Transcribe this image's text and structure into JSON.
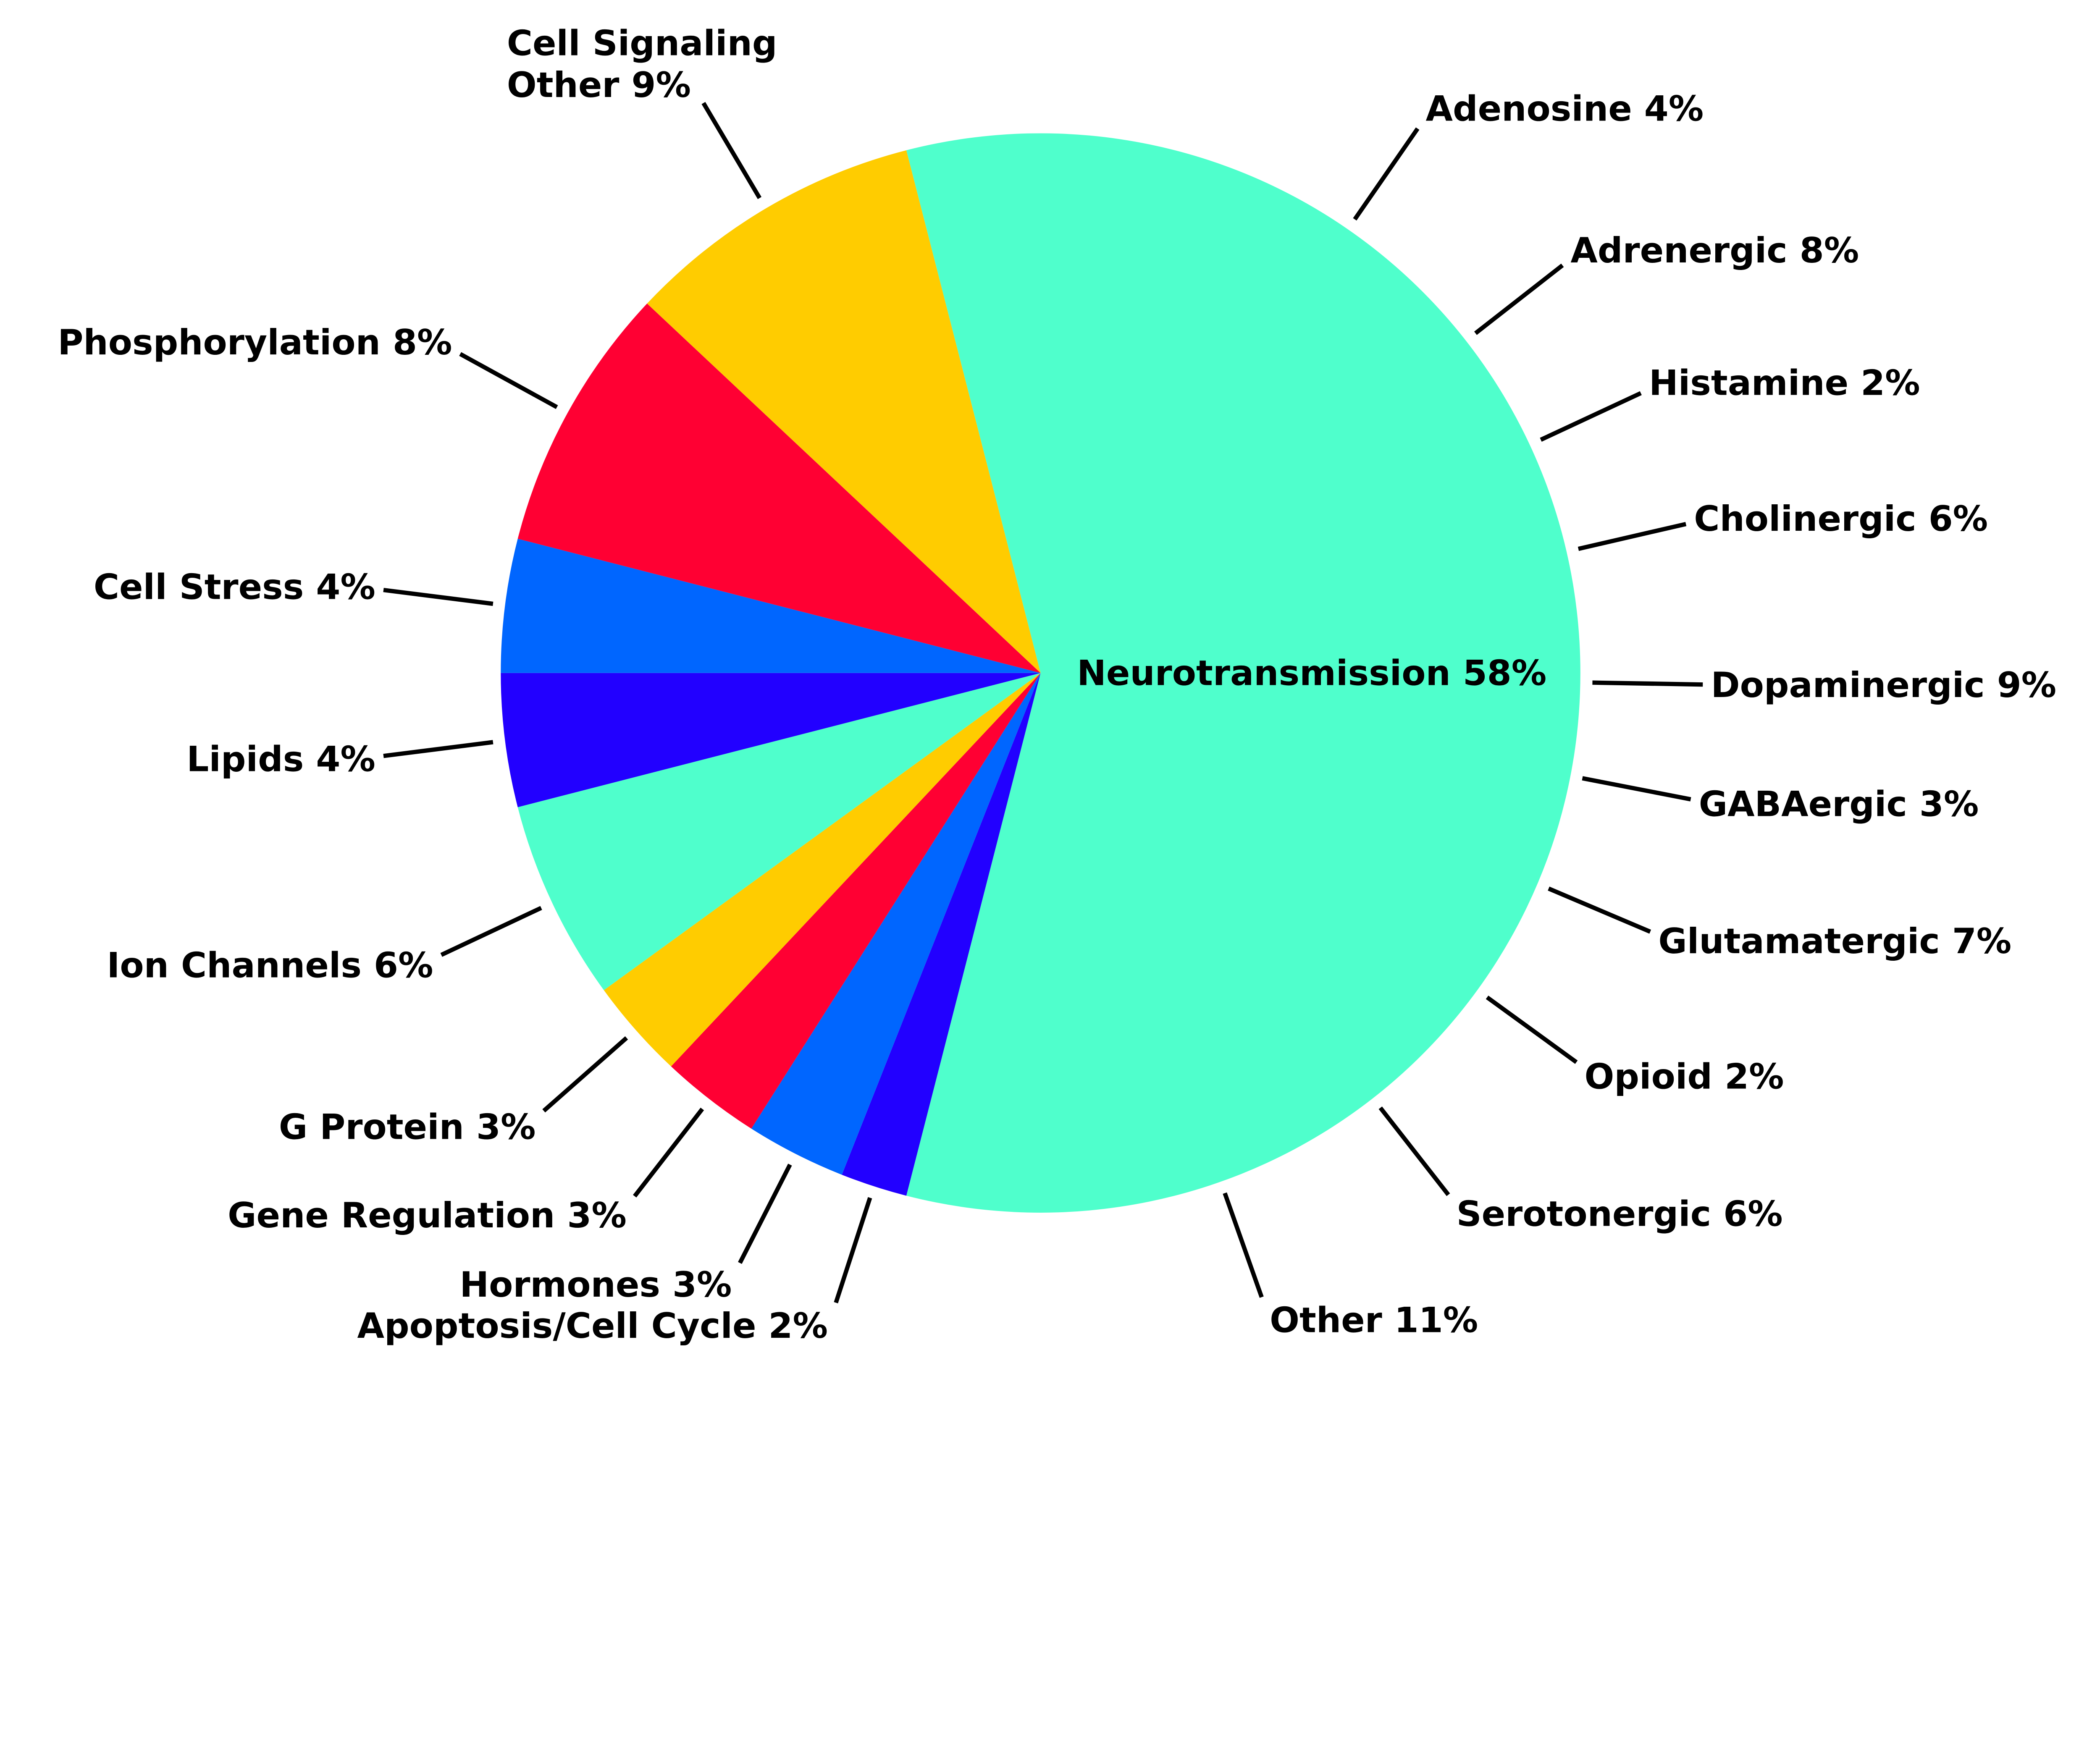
{
  "chart_data": {
    "type": "pie",
    "title": "",
    "slices": [
      {
        "label": "Neurotransmission 58%",
        "value": 58,
        "color": "#4fffcc"
      },
      {
        "label": "Apoptosis/Cell Cycle 2%",
        "value": 2,
        "color": "#2200ff"
      },
      {
        "label": "Hormones 3%",
        "value": 3,
        "color": "#0066ff"
      },
      {
        "label": "Gene Regulation 3%",
        "value": 3,
        "color": "#ff0033"
      },
      {
        "label": "G Protein 3%",
        "value": 3,
        "color": "#ffcc00"
      },
      {
        "label": "Ion Channels 6%",
        "value": 6,
        "color": "#4fffcc"
      },
      {
        "label": "Lipids 4%",
        "value": 4,
        "color": "#2200ff"
      },
      {
        "label": "Cell Stress 4%",
        "value": 4,
        "color": "#0066ff"
      },
      {
        "label": "Phosphorylation 8%",
        "value": 8,
        "color": "#ff0033"
      },
      {
        "label": "Cell Signaling\nOther 9%",
        "value": 9,
        "color": "#ffcc00"
      }
    ],
    "sub_breakdown": {
      "parent": "Neurotransmission",
      "items": [
        {
          "label": "Adenosine 4%",
          "value": 4
        },
        {
          "label": "Adrenergic 8%",
          "value": 8
        },
        {
          "label": "Histamine 2%",
          "value": 2
        },
        {
          "label": "Cholinergic 6%",
          "value": 6
        },
        {
          "label": "Dopaminergic 9%",
          "value": 9
        },
        {
          "label": "GABAergic 3%",
          "value": 3
        },
        {
          "label": "Glutamatergic 7%",
          "value": 7
        },
        {
          "label": "Opioid 2%",
          "value": 2
        },
        {
          "label": "Serotonergic 6%",
          "value": 6
        },
        {
          "label": "Other 11%",
          "value": 11
        }
      ]
    },
    "direction": "clockwise",
    "legend": "none"
  }
}
